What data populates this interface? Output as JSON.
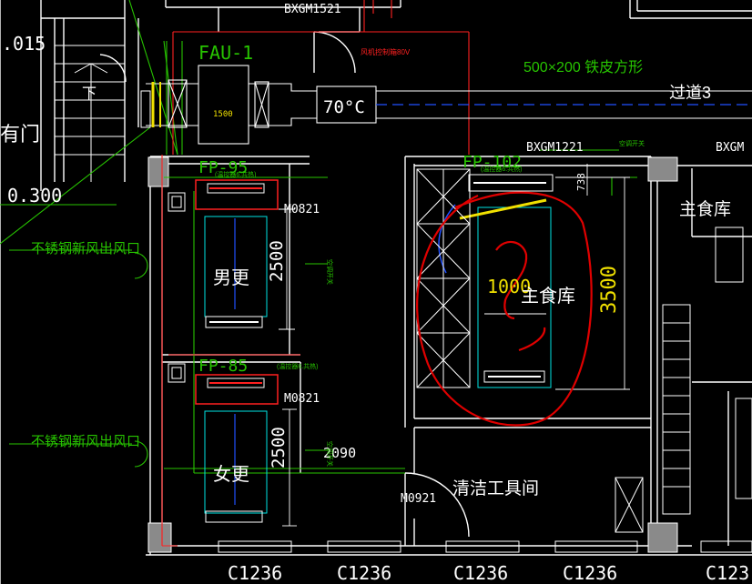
{
  "colors": {
    "background": "#000000",
    "wall": "#ffffff",
    "green": "#27c300",
    "cyan": "#00e5e5",
    "red": "#ff2020",
    "darkred": "#b40000",
    "yellow": "#f0e000",
    "blue": "#2050ff",
    "gray": "#8a8a8a",
    "teal": "#3aa8a8"
  },
  "labels": {
    "top_left_level": ".015",
    "bxgm1521": "BXGM1521",
    "fau1": "FAU-1",
    "fau_1500": "1500",
    "top_red_note": "风机控制箱80V",
    "duct_size": "500×200 铁皮方形",
    "fire_damper": "70°C",
    "corridor3": "过道3",
    "down_arrow": "下",
    "left_char": "有门",
    "level_0300": "0.300",
    "fp95": "FP-95",
    "fp95_note": "(温控器6.共热)",
    "m0821_top": "M0821",
    "male_room": "男更",
    "dim_2500_top": "2500",
    "fresh_air_top": "不锈钢新风出风口",
    "fp102": "FP-102",
    "fp102_note": "(温控器6.共热)",
    "bxgm1221": "BXGM1221",
    "bxgm_right": "BXGM",
    "dim_738": "738",
    "ac_note_top": "空调开关",
    "dim_1000": "1000",
    "main_store_inner": "主食库",
    "dim_3500": "3500",
    "main_store_right": "主食库",
    "fp85": "FP-85",
    "fp85_note": "(温控器6.共热)",
    "m0821_bottom": "M0821",
    "female_room": "女更",
    "dim_2500_bottom": "2500",
    "dim_2090": "2090",
    "fresh_air_bottom": "不锈钢新风出风口",
    "ac_note_mid": "空调开关",
    "ac_note_low": "空调开关",
    "m0921": "M0921",
    "cleaning_room": "清洁工具间",
    "c1236": "C1236"
  },
  "windows_bottom": [
    "C1236",
    "C1236",
    "C1236",
    "C1236",
    "C123"
  ]
}
